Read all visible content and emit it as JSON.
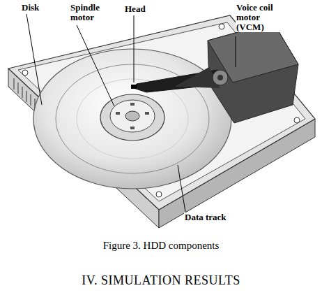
{
  "diagram": {
    "caption": "Figure 3. HDD components",
    "labels": [
      "Disk",
      "Spindle motor",
      "Head",
      "Voice coil motor (VCM)",
      "Data track",
      "IV. SIMULATION RESULTS"
    ]
  }
}
